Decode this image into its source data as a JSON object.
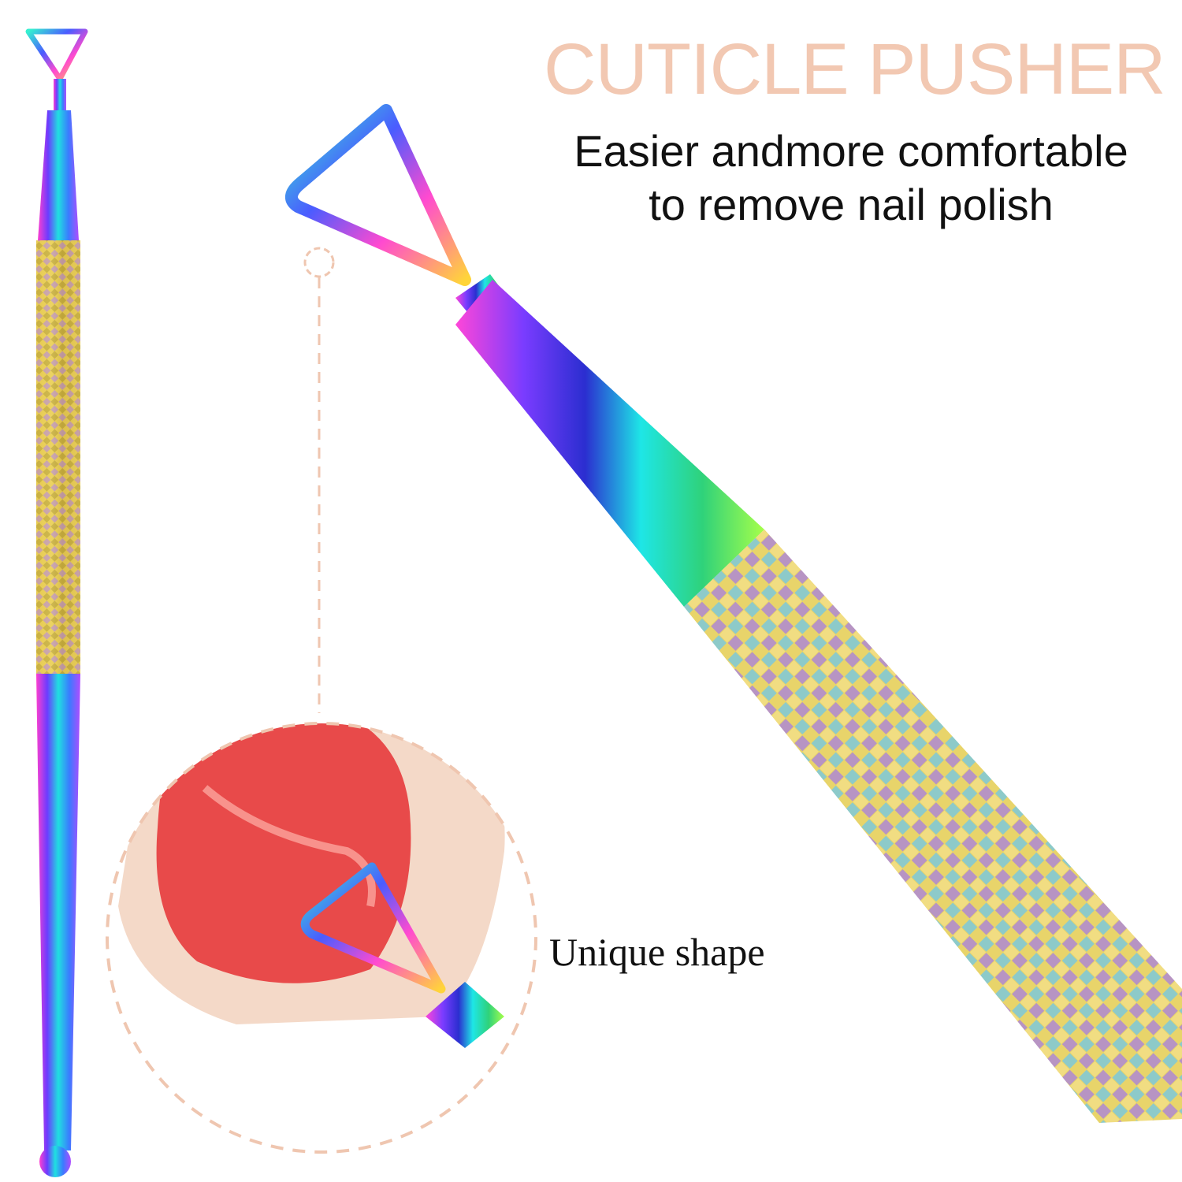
{
  "headline": {
    "title": "CUTICLE PUSHER",
    "subtitle_line1": "Easier andmore comfortable",
    "subtitle_line2": "to remove nail polish"
  },
  "callout": {
    "label": "Unique shape"
  },
  "colors": {
    "title": "#f2c8b2",
    "text": "#111111",
    "dashed_outline": "#efc6b0",
    "nail_polish": "#e84a4a",
    "skin": "#f4d9c8"
  }
}
